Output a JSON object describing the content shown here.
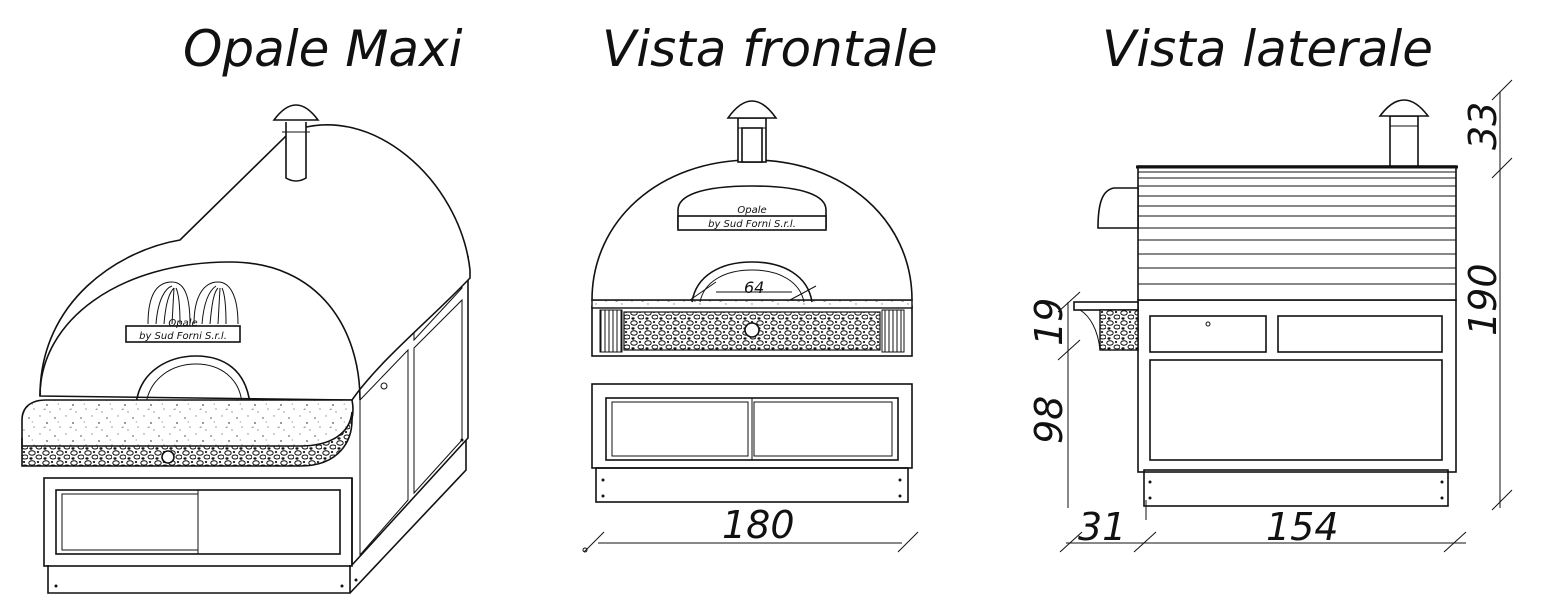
{
  "titles": {
    "perspective": "Opale Maxi",
    "front": "Vista frontale",
    "side": "Vista laterale"
  },
  "logo": {
    "line1": "Opale",
    "line2": "by Sud Forni S.r.l."
  },
  "dimensions": {
    "width_front": "180",
    "mouth": "64",
    "depth_main": "154",
    "depth_shelf": "31",
    "chimney": "33",
    "total_height": "190",
    "worktop_height": "98",
    "shelf_thickness": "19"
  }
}
